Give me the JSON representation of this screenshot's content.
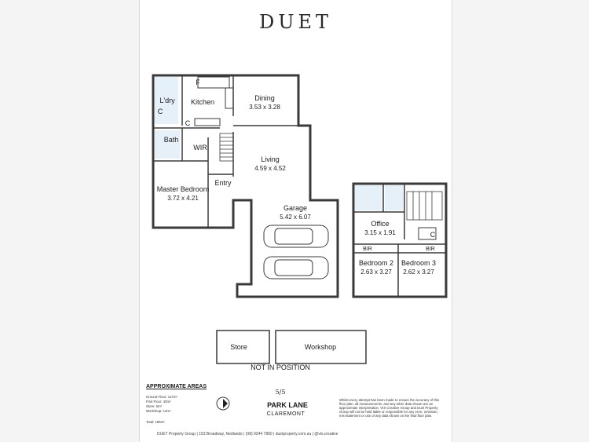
{
  "brand": "DUET",
  "rooms": {
    "laundry": "L'dry",
    "kitchen": "Kitchen",
    "fridge": "F",
    "cupboard_kitchen": "C",
    "cupboard_laundry": "C",
    "cupboard_office": "C",
    "bath": "Bath",
    "wir": "WIR",
    "dining": "Dining",
    "dining_dim": "3.53 x 3.28",
    "living": "Living",
    "living_dim": "4.59 x 4.52",
    "entry": "Entry",
    "master": "Master Bedroom",
    "master_dim": "3.72 x 4.21",
    "garage": "Garage",
    "garage_dim": "5.42 x 6.07",
    "office": "Office",
    "office_dim": "3.15 x 1.91",
    "bir1": "BIR",
    "bir2": "BIR",
    "bed2": "Bedroom 2",
    "bed2_dim": "2.63 x 3.27",
    "bed3": "Bedroom 3",
    "bed3_dim": "2.62 x 3.27",
    "store": "Store",
    "workshop": "Workshop",
    "not_in_position": "NOT IN POSITION"
  },
  "areas": {
    "heading": "APPROXIMATE AREAS",
    "ground": "Ground Floor: 127m²",
    "first": "First Floor: 40m²",
    "store": "Store: 6m²",
    "workshop": "Workshop: 12m²",
    "total": "Total: 185m²"
  },
  "address": {
    "unit": "5/5",
    "street": "PARK LANE",
    "suburb": "CLAREMONT"
  },
  "disclaimer": [
    "Whilst every attempt has been made to ensure the accuracy of this",
    "floor plan, all measurements, and any other data shown are an",
    "approximate interpretation. VIS Creative Group and Duet Property",
    "Group will not be held liable or responsible for any error, omission,",
    "mis-statement or use of any data shown on the final floor plan."
  ],
  "footer": "DUET Property Group  |  153 Broadway, Nedlands  |  (08) 9244 7860  |  duetproperty.com.au  |  @vis.creative",
  "colors": {
    "wall": "#3a3a3a",
    "wet": "#cfe3f2",
    "line": "#555555"
  }
}
